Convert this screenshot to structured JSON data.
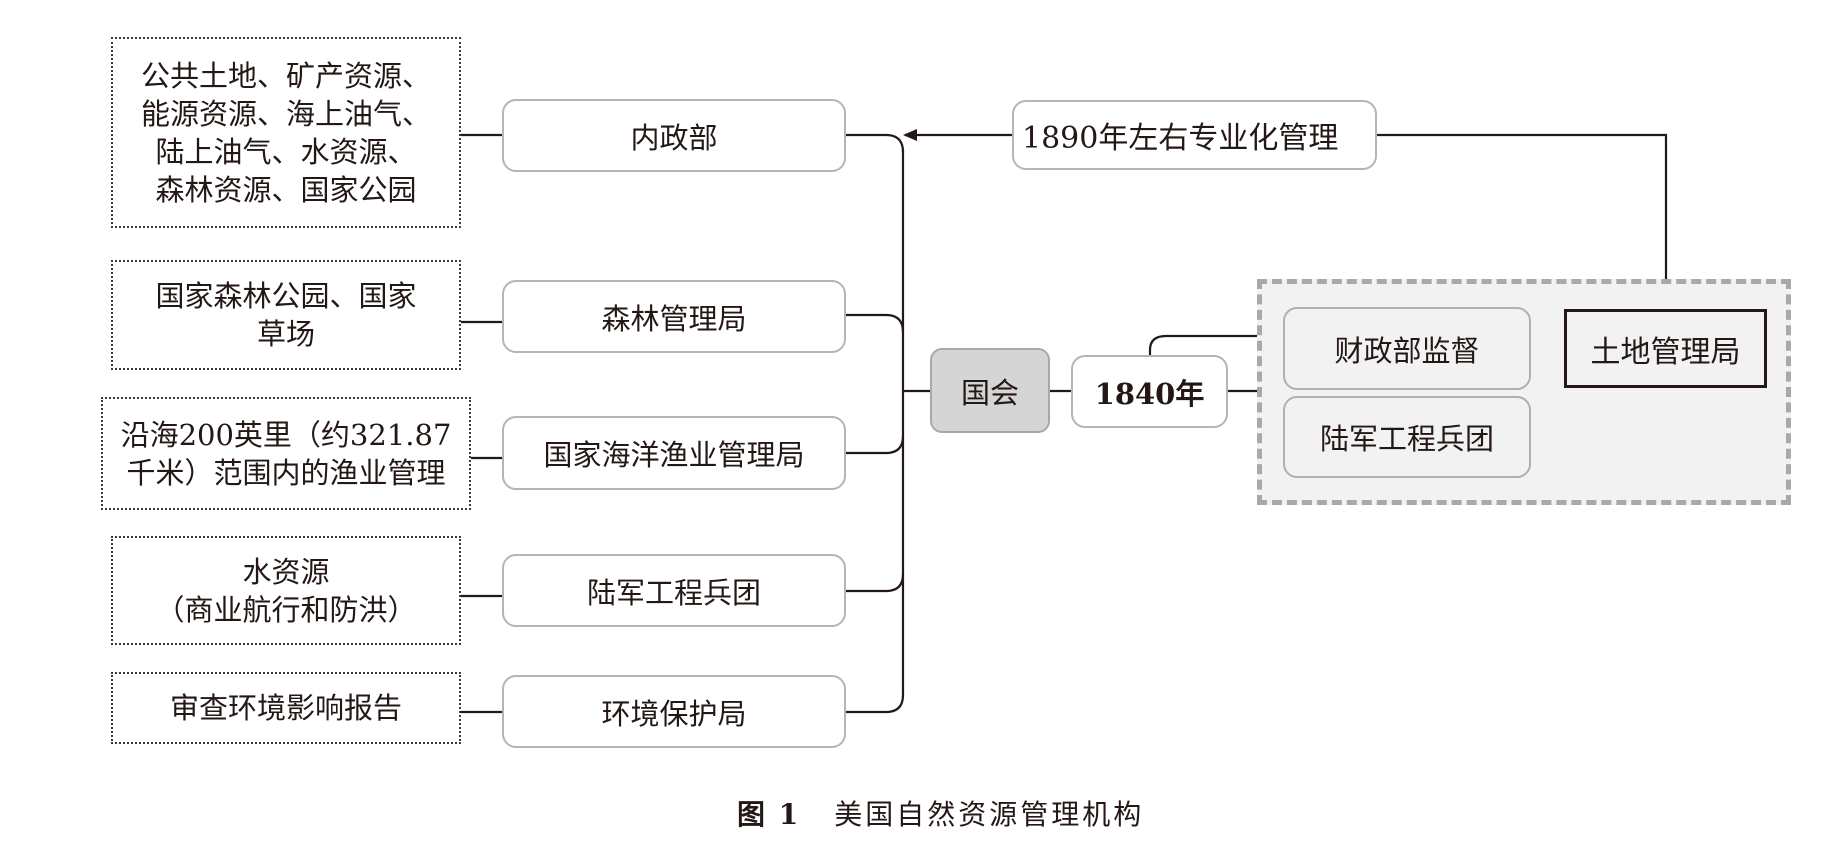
{
  "diagram": {
    "responsibilities": [
      "公共土地、矿产资源、\n能源资源、海上油气、\n陆上油气、水资源、\n森林资源、国家公园",
      "国家森林公园、国家\n草场",
      "沿海200英里（约321.87\n千米）范围内的渔业管理",
      "水资源\n（商业航行和防洪）",
      "审查环境影响报告"
    ],
    "agencies": [
      "内政部",
      "森林管理局",
      "国家海洋渔业管理局",
      "陆军工程兵团",
      "环境保护局"
    ],
    "root": "国会",
    "year_1840": "1840年",
    "group_items": [
      "财政部监督",
      "陆军工程兵团"
    ],
    "land_bureau": "土地管理局",
    "transition": "1890年左右专业化管理"
  },
  "caption": {
    "figure_number": "图 1",
    "title": "美国自然资源管理机构"
  }
}
